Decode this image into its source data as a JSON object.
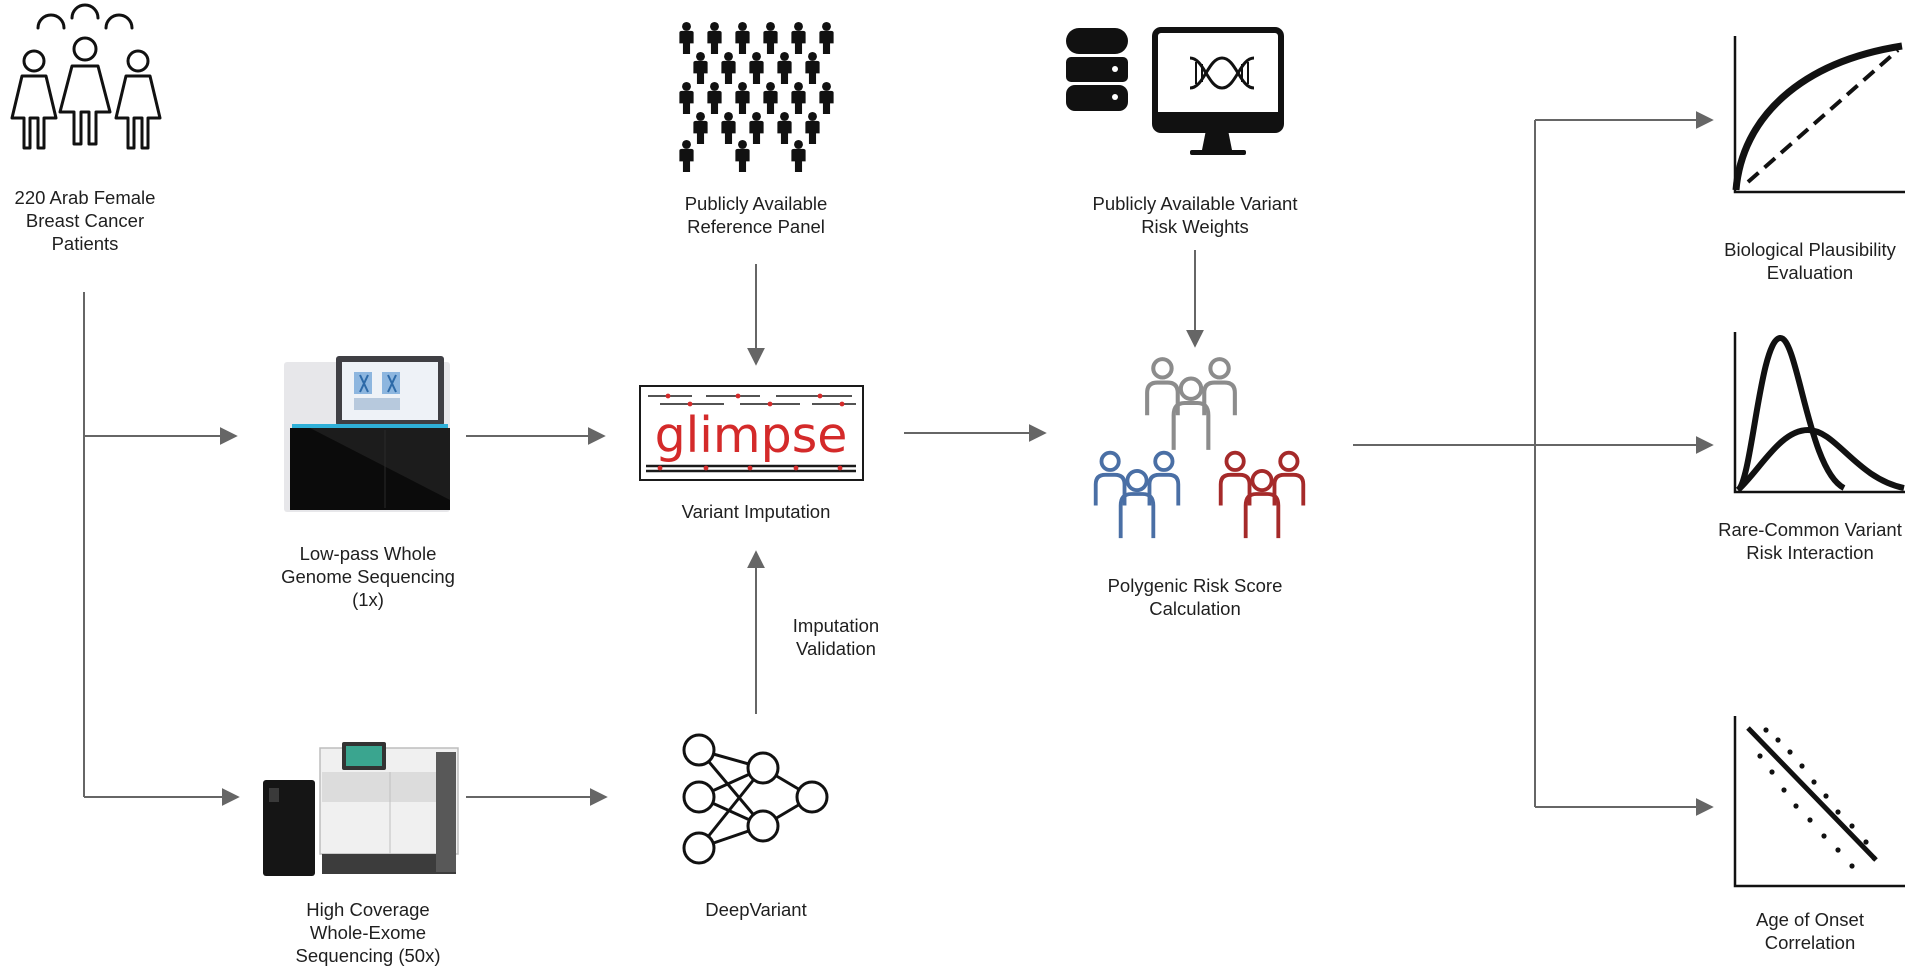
{
  "nodes": {
    "patients": {
      "lines": [
        "220 Arab Female",
        "Breast Cancer",
        "Patients"
      ]
    },
    "lowpass": {
      "lines": [
        "Low-pass Whole",
        "Genome Sequencing",
        "(1x)"
      ]
    },
    "wes": {
      "lines": [
        "High Coverage",
        "Whole-Exome",
        "Sequencing (50x)"
      ]
    },
    "reference_panel": {
      "lines": [
        "Publicly Available",
        "Reference Panel"
      ]
    },
    "imputation": {
      "lines": [
        "Variant Imputation"
      ],
      "logo_text": "glimpse"
    },
    "deepvariant": {
      "lines": [
        "DeepVariant"
      ]
    },
    "validation": {
      "lines": [
        "Imputation",
        "Validation"
      ]
    },
    "risk_weights": {
      "lines": [
        "Publicly Available Variant",
        "Risk Weights"
      ]
    },
    "prs": {
      "lines": [
        "Polygenic Risk Score",
        "Calculation"
      ]
    },
    "plausibility": {
      "lines": [
        "Biological Plausibility",
        "Evaluation"
      ]
    },
    "interaction": {
      "lines": [
        "Rare-Common Variant",
        "Risk Interaction"
      ]
    },
    "onset": {
      "lines": [
        "Age of Onset",
        "Correlation"
      ]
    }
  },
  "edges": [
    {
      "from": "patients",
      "to": "lowpass"
    },
    {
      "from": "patients",
      "to": "wes"
    },
    {
      "from": "reference_panel",
      "to": "imputation"
    },
    {
      "from": "lowpass",
      "to": "imputation"
    },
    {
      "from": "wes",
      "to": "deepvariant"
    },
    {
      "from": "deepvariant",
      "to": "imputation",
      "label": "validation"
    },
    {
      "from": "risk_weights",
      "to": "prs"
    },
    {
      "from": "imputation",
      "to": "prs"
    },
    {
      "from": "prs",
      "to": "plausibility"
    },
    {
      "from": "prs",
      "to": "interaction"
    },
    {
      "from": "prs",
      "to": "onset"
    }
  ],
  "colors": {
    "line": "#666666",
    "icon": "#111111",
    "glimpse_red": "#d42a2a",
    "group_gray": "#8c8c8c",
    "group_blue": "#4a6fa5",
    "group_red": "#a52a2a",
    "sequencer_teal": "#2fb0d8"
  }
}
